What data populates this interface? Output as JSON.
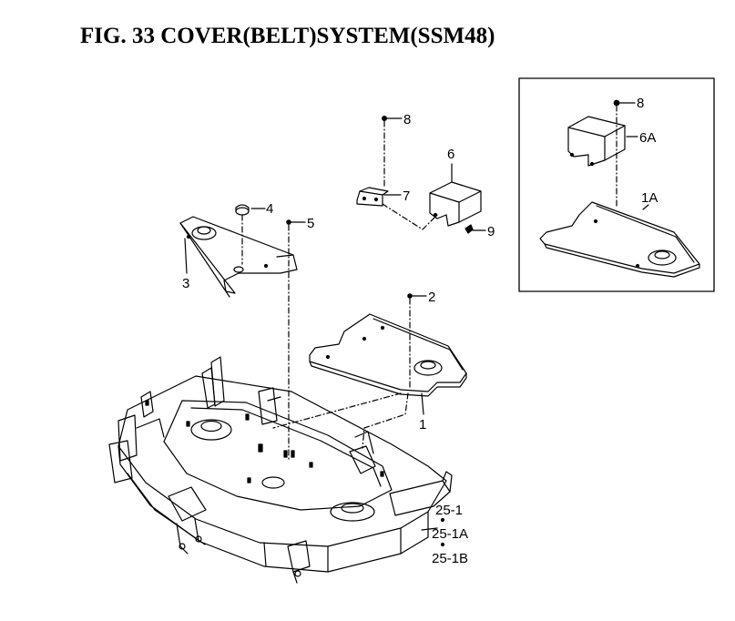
{
  "header": {
    "title": "FIG. 33  COVER(BELT)SYSTEM(SSM48)"
  },
  "callouts": {
    "c1": "1",
    "c1a": "1A",
    "c2": "2",
    "c3": "3",
    "c4": "4",
    "c5": "5",
    "c6": "6",
    "c6a": "6A",
    "c7": "7",
    "c8_main": "8",
    "c8_inset": "8",
    "c9": "9",
    "c25_1": "25-1",
    "c25_1a": "25-1A",
    "c25_1b": "25-1B"
  },
  "colors": {
    "line": "#000000",
    "background": "#ffffff"
  }
}
